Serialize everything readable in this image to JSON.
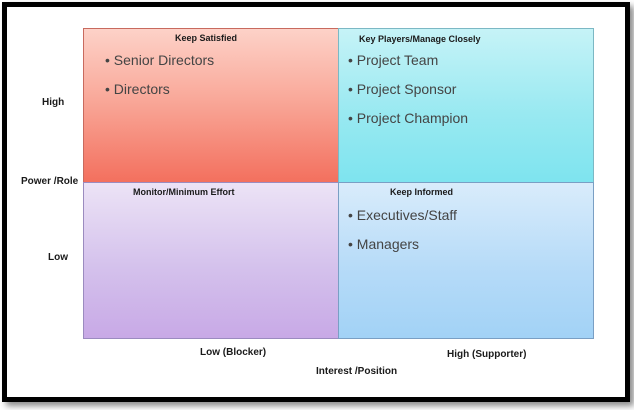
{
  "y_axis": {
    "high": "High",
    "title": "Power /Role",
    "low": "Low"
  },
  "x_axis": {
    "low": "Low (Blocker)",
    "high": "High (Supporter)",
    "title": "Interest  /Position"
  },
  "quadrants": {
    "top_left": {
      "title": "Keep Satisfied",
      "items": [
        "Senior Directors",
        "Directors"
      ],
      "color": "#f3705e"
    },
    "top_right": {
      "title": "Key Players/Manage  Closely",
      "items": [
        "Project Team",
        "Project Sponsor",
        "Project Champion"
      ],
      "color": "#7ee4ef"
    },
    "bottom_left": {
      "title": "Monitor/Minimum  Effort",
      "items": [],
      "color": "#c8a9e6"
    },
    "bottom_right": {
      "title": "Keep Informed",
      "items": [
        "Executives/Staff",
        "Managers"
      ],
      "color": "#a2d2f6"
    }
  },
  "bullet_glyph": "•"
}
